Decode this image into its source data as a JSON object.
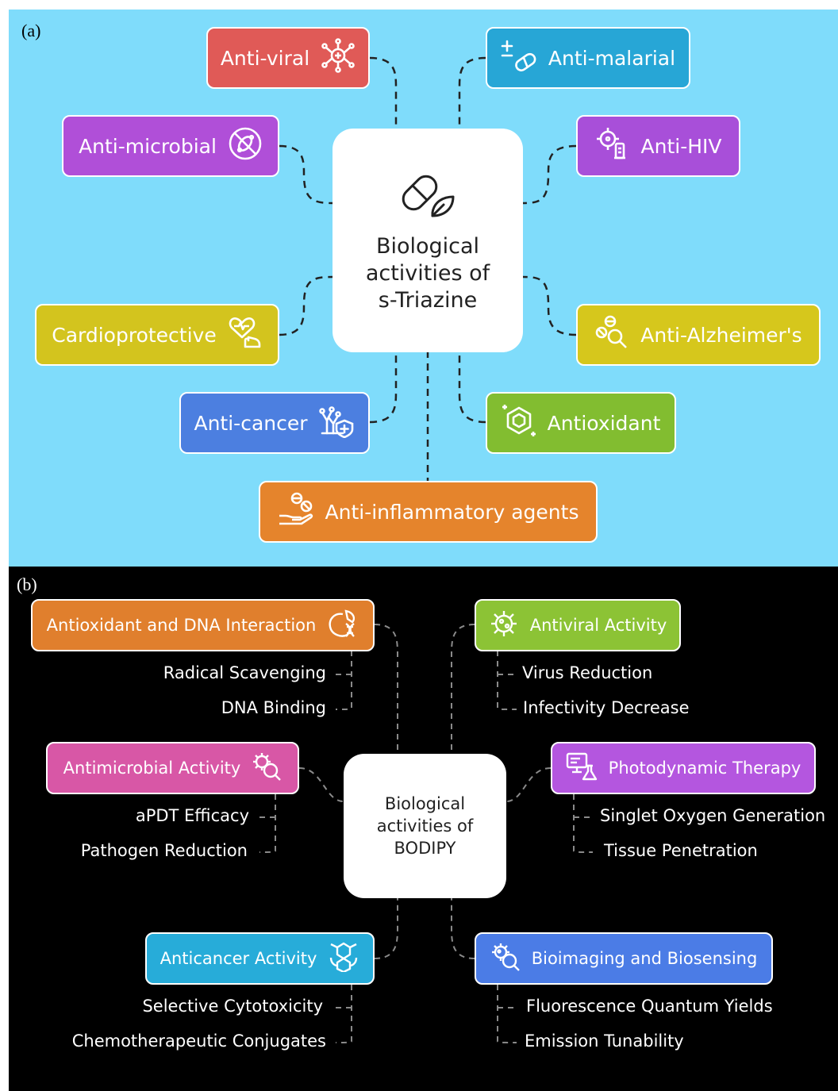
{
  "panel_a": {
    "label": "(a)",
    "center_title": "Biological\nactivities of\ns-Triazine",
    "center_icon": "capsule-leaf-icon",
    "nodes": [
      {
        "key": "antiviral",
        "label": "Anti-viral",
        "color": "#e05a57",
        "icon": "virus-icon"
      },
      {
        "key": "antimalarial",
        "label": "Anti-malarial",
        "color": "#27a6d6",
        "icon": "plus-minus-pill-icon"
      },
      {
        "key": "antimicrobial",
        "label": "Anti-microbial",
        "color": "#b04fd8",
        "icon": "bacteria-icon"
      },
      {
        "key": "antihiv",
        "label": "Anti-HIV",
        "color": "#a84fd9",
        "icon": "virus-test-icon"
      },
      {
        "key": "cardioprotective",
        "label": "Cardioprotective",
        "color": "#d3c41e",
        "icon": "heart-hand-icon"
      },
      {
        "key": "antialzheimers",
        "label": "Anti-Alzheimer's",
        "color": "#d6c71c",
        "icon": "pills-search-icon"
      },
      {
        "key": "anticancer",
        "label": "Anti-cancer",
        "color": "#4c7fe0",
        "icon": "cell-shield-icon"
      },
      {
        "key": "antioxidant",
        "label": "Antioxidant",
        "color": "#82bd30",
        "icon": "molecule-sparkle-icon"
      },
      {
        "key": "antiinflammatory",
        "label": "Anti-inflammatory agents",
        "color": "#e5842c",
        "icon": "hand-pills-icon"
      }
    ]
  },
  "panel_b": {
    "label": "(b)",
    "center_title": "Biological\nactivities of\nBODIPY",
    "nodes": [
      {
        "key": "antioxdna",
        "label": "Antioxidant and DNA Interaction",
        "color": "#e07f2d",
        "icon": "dna-leaf-icon",
        "subs": [
          "Radical Scavenging",
          "DNA Binding"
        ]
      },
      {
        "key": "antiviral",
        "label": "Antiviral Activity",
        "color": "#8cc335",
        "icon": "virus-icon",
        "subs": [
          "Virus Reduction",
          "Infectivity Decrease"
        ]
      },
      {
        "key": "antimicrobial",
        "label": "Antimicrobial Activity",
        "color": "#d857a6",
        "icon": "bacteria-search-icon",
        "subs": [
          "aPDT Efficacy",
          "Pathogen Reduction"
        ]
      },
      {
        "key": "photodynamic",
        "label": "Photodynamic Therapy",
        "color": "#b456df",
        "icon": "monitor-flask-icon",
        "subs": [
          "Singlet Oxygen Generation",
          "Tissue Penetration"
        ]
      },
      {
        "key": "anticancer",
        "label": "Anticancer Activity",
        "color": "#27acd9",
        "icon": "molecule-hand-icon",
        "subs": [
          "Selective Cytotoxicity",
          "Chemotherapeutic Conjugates"
        ]
      },
      {
        "key": "bioimaging",
        "label": "Bioimaging and Biosensing",
        "color": "#4b7ce6",
        "icon": "virus-search-icon",
        "subs": [
          "Fluorescence Quantum Yields",
          "Emission Tunability"
        ]
      }
    ]
  }
}
